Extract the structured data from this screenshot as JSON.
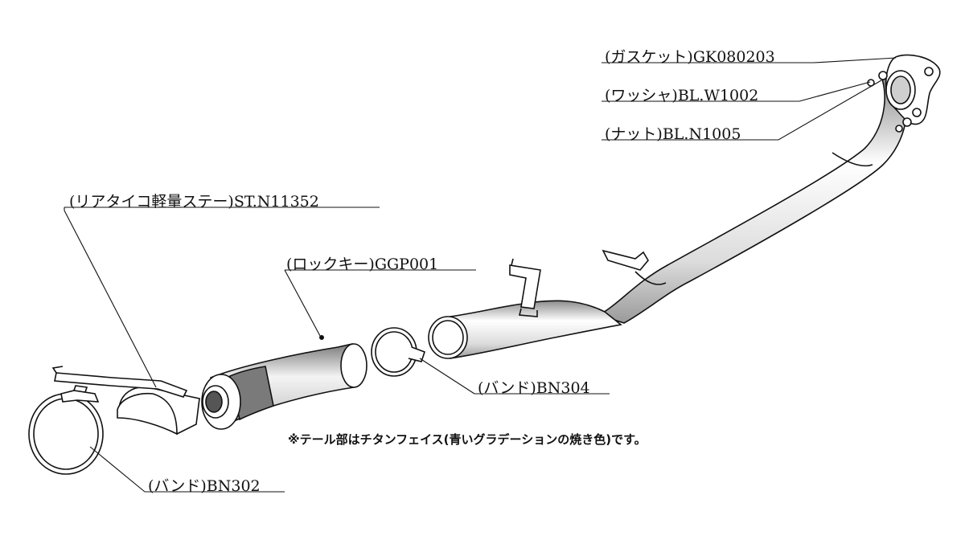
{
  "parts": [
    {
      "id": "gasket",
      "label": "(ガスケット)GK080203"
    },
    {
      "id": "washer",
      "label": "(ワッシャ)BL.W1002"
    },
    {
      "id": "nut",
      "label": "(ナット)BL.N1005"
    },
    {
      "id": "stay",
      "label": "(リアタイコ軽量ステー)ST.N11352"
    },
    {
      "id": "lockkey",
      "label": "(ロックキー)GGP001"
    },
    {
      "id": "band304",
      "label": "(バンド)BN304"
    },
    {
      "id": "band302",
      "label": "(バンド)BN302"
    }
  ],
  "note": "※テール部はチタンフェイス(青いグラデーションの焼き色)です。",
  "colors": {
    "line": "#111111",
    "pipe_fill": "#ffffff",
    "shade": "#9a9a9a",
    "background": "#ffffff"
  }
}
